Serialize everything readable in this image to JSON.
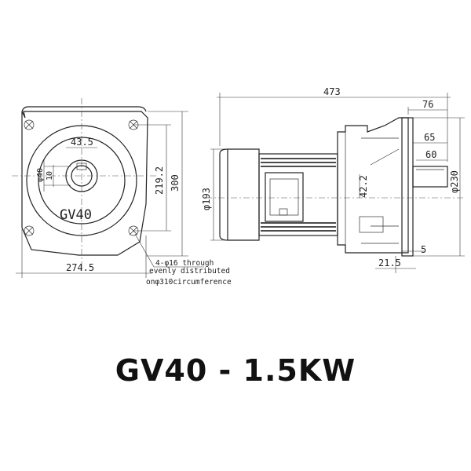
{
  "title": "GV40 - 1.5KW",
  "front_view": {
    "model_label": "GV40",
    "dims": {
      "width": "274.5",
      "height": "300",
      "bolt_spacing": "219.2",
      "shaft_offset": "43.5",
      "shaft_dia": "φ40",
      "keyway": "10"
    },
    "note_lines": [
      "4-φ16 through",
      "evenly distributed",
      "onφ310circumference"
    ]
  },
  "side_view": {
    "dims": {
      "overall_length": "473",
      "flange_to_end": "76",
      "shaft_len_65": "65",
      "shaft_len_60": "60",
      "pilot_dia": "φ230",
      "motor_dia": "φ193",
      "center_height": "42.2",
      "flange_thk": "5",
      "pilot_depth": "21.5"
    }
  }
}
